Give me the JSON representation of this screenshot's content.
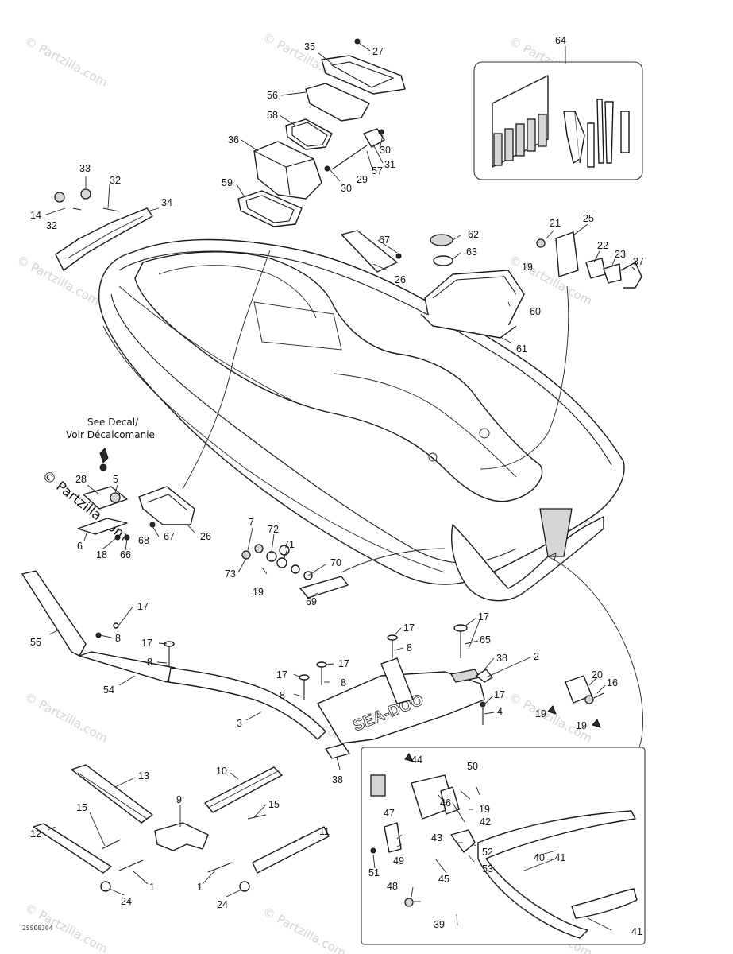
{
  "watermark": {
    "text": "© Partzilla.com",
    "main_text": "© Partzilla.com"
  },
  "notes": {
    "decal_line1": "See Decal/",
    "decal_line2": "Voir Décalcomanie"
  },
  "drawing_code": "2SS00304",
  "branding": {
    "hull_logo": "SEA-DOO"
  },
  "callouts": [
    {
      "id": "c27",
      "text": "27"
    },
    {
      "id": "c35",
      "text": "35"
    },
    {
      "id": "c64",
      "text": "64"
    },
    {
      "id": "c56",
      "text": "56"
    },
    {
      "id": "c58",
      "text": "58"
    },
    {
      "id": "c36",
      "text": "36"
    },
    {
      "id": "c30a",
      "text": "30"
    },
    {
      "id": "c31",
      "text": "31"
    },
    {
      "id": "c57",
      "text": "57"
    },
    {
      "id": "c30b",
      "text": "30"
    },
    {
      "id": "c29",
      "text": "29"
    },
    {
      "id": "c59",
      "text": "59"
    },
    {
      "id": "c33",
      "text": "33"
    },
    {
      "id": "c32a",
      "text": "32"
    },
    {
      "id": "c14",
      "text": "14"
    },
    {
      "id": "c34",
      "text": "34"
    },
    {
      "id": "c32b",
      "text": "32"
    },
    {
      "id": "c67a",
      "text": "67"
    },
    {
      "id": "c62",
      "text": "62"
    },
    {
      "id": "c63",
      "text": "63"
    },
    {
      "id": "c26a",
      "text": "26"
    },
    {
      "id": "c60",
      "text": "60"
    },
    {
      "id": "c61",
      "text": "61"
    },
    {
      "id": "c21",
      "text": "21"
    },
    {
      "id": "c25",
      "text": "25"
    },
    {
      "id": "c19a",
      "text": "19"
    },
    {
      "id": "c22",
      "text": "22"
    },
    {
      "id": "c23",
      "text": "23"
    },
    {
      "id": "c37",
      "text": "37"
    },
    {
      "id": "c28",
      "text": "28"
    },
    {
      "id": "c5",
      "text": "5"
    },
    {
      "id": "c6",
      "text": "6"
    },
    {
      "id": "c18",
      "text": "18"
    },
    {
      "id": "c66",
      "text": "66"
    },
    {
      "id": "c68",
      "text": "68"
    },
    {
      "id": "c67b",
      "text": "67"
    },
    {
      "id": "c26b",
      "text": "26"
    },
    {
      "id": "c7",
      "text": "7"
    },
    {
      "id": "c72",
      "text": "72"
    },
    {
      "id": "c71",
      "text": "71"
    },
    {
      "id": "c73",
      "text": "73"
    },
    {
      "id": "c70",
      "text": "70"
    },
    {
      "id": "c19b",
      "text": "19"
    },
    {
      "id": "c69",
      "text": "69"
    },
    {
      "id": "c55",
      "text": "55"
    },
    {
      "id": "c17a",
      "text": "17"
    },
    {
      "id": "c8a",
      "text": "8"
    },
    {
      "id": "c17b",
      "text": "17"
    },
    {
      "id": "c8b",
      "text": "8"
    },
    {
      "id": "c54",
      "text": "54"
    },
    {
      "id": "c17c",
      "text": "17"
    },
    {
      "id": "c17d",
      "text": "17"
    },
    {
      "id": "c8c",
      "text": "8"
    },
    {
      "id": "c8d",
      "text": "8"
    },
    {
      "id": "c3",
      "text": "3"
    },
    {
      "id": "c17e",
      "text": "17"
    },
    {
      "id": "c8e",
      "text": "8"
    },
    {
      "id": "c17f",
      "text": "17"
    },
    {
      "id": "c65",
      "text": "65"
    },
    {
      "id": "c38a",
      "text": "38"
    },
    {
      "id": "c2",
      "text": "2"
    },
    {
      "id": "c17g",
      "text": "17"
    },
    {
      "id": "c4",
      "text": "4"
    },
    {
      "id": "c20",
      "text": "20"
    },
    {
      "id": "c16",
      "text": "16"
    },
    {
      "id": "c19c",
      "text": "19"
    },
    {
      "id": "c19d",
      "text": "19"
    },
    {
      "id": "c38b",
      "text": "38"
    },
    {
      "id": "c13",
      "text": "13"
    },
    {
      "id": "c10",
      "text": "10"
    },
    {
      "id": "c9",
      "text": "9"
    },
    {
      "id": "c15a",
      "text": "15"
    },
    {
      "id": "c15b",
      "text": "15"
    },
    {
      "id": "c12",
      "text": "12"
    },
    {
      "id": "c11",
      "text": "11"
    },
    {
      "id": "c1a",
      "text": "1"
    },
    {
      "id": "c1b",
      "text": "1"
    },
    {
      "id": "c24a",
      "text": "24"
    },
    {
      "id": "c24b",
      "text": "24"
    },
    {
      "id": "c44",
      "text": "44"
    },
    {
      "id": "c50",
      "text": "50"
    },
    {
      "id": "c46",
      "text": "46"
    },
    {
      "id": "c19e",
      "text": "19"
    },
    {
      "id": "c47",
      "text": "47"
    },
    {
      "id": "c42",
      "text": "42"
    },
    {
      "id": "c43",
      "text": "43"
    },
    {
      "id": "c49",
      "text": "49"
    },
    {
      "id": "c52",
      "text": "52"
    },
    {
      "id": "c53",
      "text": "53"
    },
    {
      "id": "c40to41",
      "text": "40→41"
    },
    {
      "id": "c51",
      "text": "51"
    },
    {
      "id": "c45",
      "text": "45"
    },
    {
      "id": "c48",
      "text": "48"
    },
    {
      "id": "c39",
      "text": "39"
    },
    {
      "id": "c41",
      "text": "41"
    }
  ]
}
